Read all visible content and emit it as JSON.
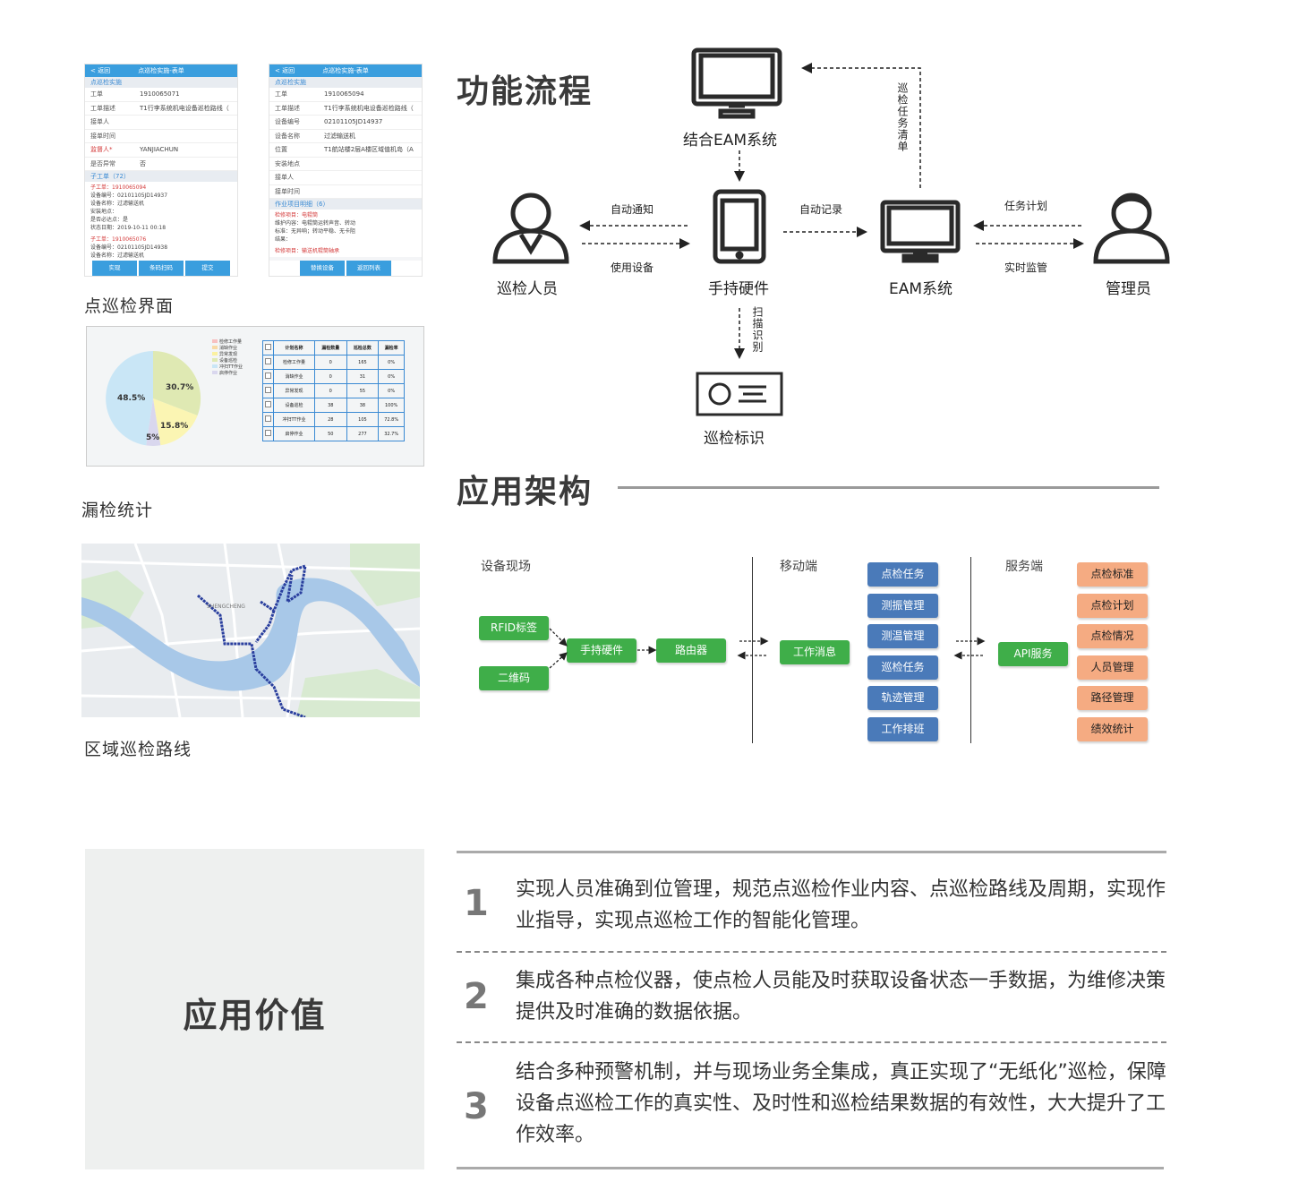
{
  "phone1": {
    "title": "点巡检实施-表单",
    "back": "< 返回",
    "section": "点巡检实施",
    "rows": [
      {
        "k": "工单",
        "v": "1910065071"
      },
      {
        "k": "工单描述",
        "v": "T1行李系统机电设备巡检路线（"
      },
      {
        "k": "接单人",
        "v": ""
      },
      {
        "k": "接单时间",
        "v": ""
      },
      {
        "k": "监督人*",
        "v": "YANJIACHUN"
      },
      {
        "k": "是否异常",
        "v": "否"
      }
    ],
    "sub_section": "子工单（72）",
    "sub_items": [
      {
        "t": "子工单：1910065094",
        "lines": [
          "设备编号：02101105JD14937",
          "设备名称：过滤输送机",
          "安装地点：",
          "是否必达点：是",
          "状态日期：2019-10-11 00:18"
        ]
      },
      {
        "t": "子工单：1910065076",
        "lines": [
          "设备编号：02101105JD14938",
          "设备名称：过滤输送机"
        ]
      }
    ],
    "buttons": [
      "实现",
      "条码扫码",
      "提交"
    ]
  },
  "phone2": {
    "title": "点巡检实施-表单",
    "back": "< 返回",
    "section": "点巡检实施",
    "rows": [
      {
        "k": "工单",
        "v": "1910065094"
      },
      {
        "k": "工单描述",
        "v": "T1行李系统机电设备巡检路线（"
      },
      {
        "k": "设备编号",
        "v": "02101105JD14937"
      },
      {
        "k": "设备名称",
        "v": "过滤输送机"
      },
      {
        "k": "位置",
        "v": "T1航站楼2层A楼区域值机岛（A"
      },
      {
        "k": "安装地点",
        "v": ""
      },
      {
        "k": "接单人",
        "v": ""
      },
      {
        "k": "接单时间",
        "v": ""
      }
    ],
    "sub_section": "作业项目明细（6）",
    "sub_items": [
      {
        "t": "检修项目：电辊筒",
        "lines": [
          "维护内容：电辊筒运转声音、转动",
          "标准：无异响；转动平稳、无卡阻",
          "结果："
        ]
      },
      {
        "t": "检修项目：输送机辊筒轴承",
        "lines": []
      }
    ],
    "buttons": [
      "替换设备",
      "返回列表"
    ]
  },
  "captions": {
    "inspection_ui": "点巡检界面",
    "missed_stats": "漏检统计",
    "route": "区域巡检路线"
  },
  "pie": {
    "legend": [
      "检修工作量",
      "消缺作业",
      "异常发现",
      "设备巡检",
      "冲扫TT作业",
      "启停作业"
    ],
    "labels": [
      "48.5%",
      "30.7%",
      "15.8%",
      "5%"
    ]
  },
  "mini_table": {
    "header": [
      "计划名称",
      "漏检数量",
      "巡检总数",
      "漏检率"
    ],
    "rows": [
      [
        "检修工作量",
        "0",
        "165",
        "0%"
      ],
      [
        "消缺作业",
        "0",
        "31",
        "0%"
      ],
      [
        "异常发现",
        "0",
        "55",
        "0%"
      ],
      [
        "设备巡检",
        "38",
        "38",
        "100%"
      ],
      [
        "冲扫TT作业",
        "28",
        "105",
        "72.8%"
      ],
      [
        "启停作业",
        "50",
        "277",
        "32.7%"
      ]
    ]
  },
  "map": {
    "label": "SHENGCHENG"
  },
  "flow": {
    "title": "功能流程",
    "nodes": {
      "eam_integrated": "结合EAM系统",
      "inspector": "巡检人员",
      "handheld": "手持硬件",
      "eam": "EAM系统",
      "admin": "管理员",
      "tag": "巡检标识"
    },
    "edges": {
      "auto_notify": "自动通知",
      "use_device": "使用设备",
      "auto_record": "自动记录",
      "task_plan": "任务计划",
      "realtime_monitor": "实时监管",
      "task_list": "巡检任务清单",
      "scan": "扫描识别"
    }
  },
  "arch": {
    "title": "应用架构",
    "col_site": "设备现场",
    "col_mobile": "移动端",
    "col_server": "服务端",
    "site_items": [
      "RFID标签",
      "二维码"
    ],
    "handheld": "手持硬件",
    "router": "路由器",
    "work_msg": "工作消息",
    "mobile_items": [
      "点检任务",
      "测振管理",
      "测温管理",
      "巡检任务",
      "轨迹管理",
      "工作排班"
    ],
    "api": "API服务",
    "server_items": [
      "点检标准",
      "点检计划",
      "点检情况",
      "人员管理",
      "路径管理",
      "绩效统计"
    ]
  },
  "value": {
    "title": "应用价值",
    "items": [
      {
        "num": "1",
        "text": "实现人员准确到位管理，规范点巡检作业内容、点巡检路线及周期，实现作业指导，实现点巡检工作的智能化管理。"
      },
      {
        "num": "2",
        "text": "集成各种点检仪器，使点检人员能及时获取设备状态一手数据，为维修决策提供及时准确的数据依据。"
      },
      {
        "num": "3",
        "text": "结合多种预警机制，并与现场业务全集成，真正实现了“无纸化”巡检，保障设备点巡检工作的真实性、及时性和巡检结果数据的有效性，大大提升了工作效率。"
      }
    ]
  }
}
